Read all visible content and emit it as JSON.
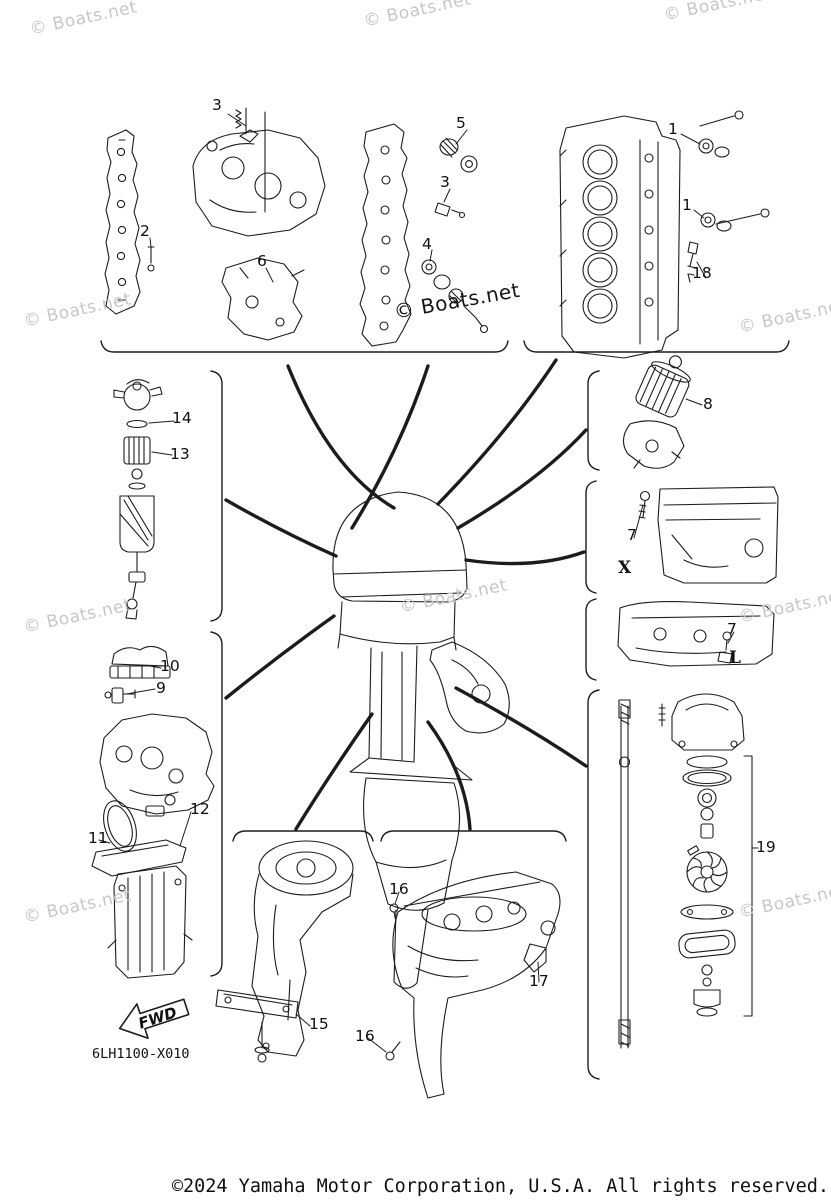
{
  "meta": {
    "watermark": "© Boats.net",
    "diagram_code": "6LH1100-X010",
    "copyright": "©2024 Yamaha Motor Corporation, U.S.A. All rights reserved.",
    "fwd_label": "FWD"
  },
  "section_labels": {
    "x_mount": "X",
    "l_mount": "L"
  },
  "callouts": [
    {
      "label": "3"
    },
    {
      "label": "5"
    },
    {
      "label": "1"
    },
    {
      "label": "2"
    },
    {
      "label": "3"
    },
    {
      "label": "1"
    },
    {
      "label": "6"
    },
    {
      "label": "4"
    },
    {
      "label": "18"
    },
    {
      "label": "14"
    },
    {
      "label": "8"
    },
    {
      "label": "13"
    },
    {
      "label": "7"
    },
    {
      "label": "7"
    },
    {
      "label": "10"
    },
    {
      "label": "9"
    },
    {
      "label": "12"
    },
    {
      "label": "11"
    },
    {
      "label": "19"
    },
    {
      "label": "16"
    },
    {
      "label": "17"
    },
    {
      "label": "15"
    },
    {
      "label": "16"
    }
  ]
}
